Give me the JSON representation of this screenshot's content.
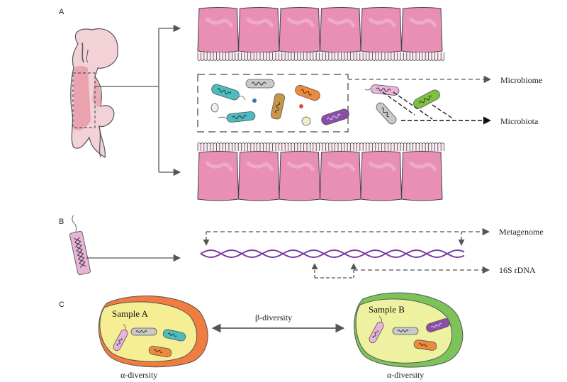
{
  "panels": {
    "a": "A",
    "b": "B",
    "c": "C"
  },
  "labels": {
    "microbiome": "Microbiome",
    "microbiota": "Microbiota",
    "metagenome": "Metagenome",
    "rdna16s": "16S rDNA",
    "beta_diversity": "β-diversity",
    "alpha_diversity_left": "α-diversity",
    "alpha_diversity_right": "α-diversity",
    "sample_a": "Sample A",
    "sample_b": "Sample B"
  },
  "colors": {
    "epithelium": "#e98fb6",
    "epithelium_light": "#f3bcd4",
    "outline": "#555555",
    "dna": "#7b3fa0",
    "sample_a_outer": "#f07c3f",
    "sample_a_inner": "#f6ee94",
    "sample_b_outer": "#7cc35a",
    "sample_b_inner": "#eef2a0",
    "bacteria_teal": "#4bbcbf",
    "bacteria_orange": "#ef8a3c",
    "bacteria_tan": "#c9954a",
    "bacteria_purple": "#8a4ea8",
    "bacteria_gray": "#b5b5b5",
    "bacteria_pink": "#e8b4d8",
    "bacteria_green": "#7cc142"
  },
  "icons": [
    "colon-organ-icon",
    "bacteria-icon",
    "dna-strand-icon"
  ]
}
